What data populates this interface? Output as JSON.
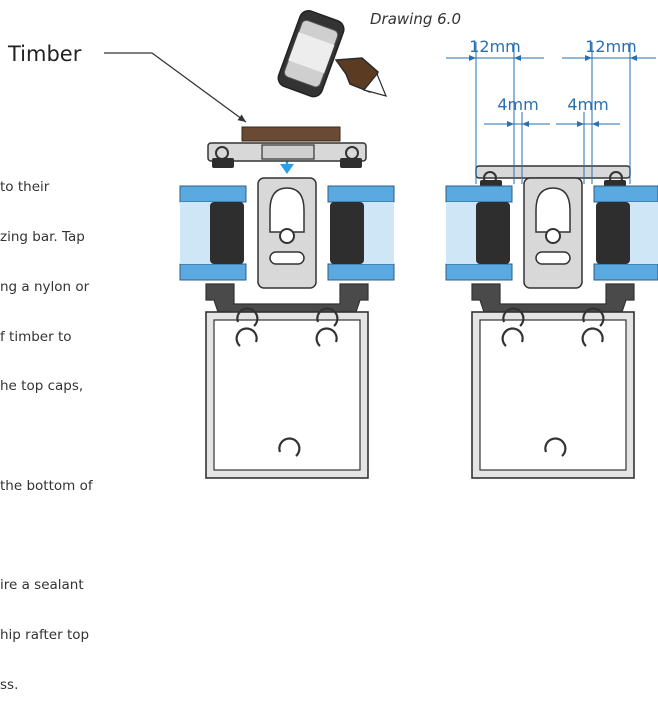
{
  "labels": {
    "drawing_title": "Drawing 6.0",
    "timber": "Timber"
  },
  "dimensions": {
    "outer_left": "12mm",
    "outer_right": "12mm",
    "inner_left": "4mm",
    "inner_right": "4mm"
  },
  "instructions": [
    "to their",
    "zing bar. Tap",
    "ng a nylon or",
    "f timber to",
    "he top caps,",
    "",
    "the bottom of",
    "",
    "ire a sealant",
    "hip rafter top",
    "ss."
  ],
  "colors": {
    "outline": "#3a3a3a",
    "profile_fill": "#d8d8d8",
    "profile_dark": "#4a4a4a",
    "glass_blue": "#5aa9e0",
    "glass_light": "#cfe6f7",
    "gasket": "#2e2e2e",
    "timber": "#6a4a33",
    "mallet_handle": "#5b3b22",
    "dimension_line": "#2a6fb0",
    "arrow": "#2aa0e6"
  }
}
